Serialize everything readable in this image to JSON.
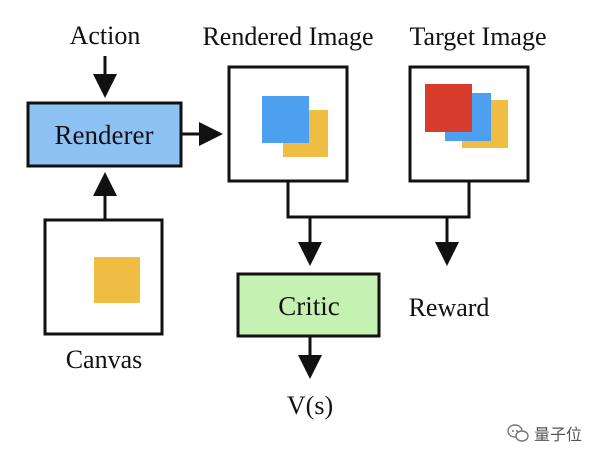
{
  "labels": {
    "action": "Action",
    "rendered_image": "Rendered Image",
    "target_image": "Target Image",
    "renderer": "Renderer",
    "canvas": "Canvas",
    "critic": "Critic",
    "reward": "Reward",
    "value": "V(s)"
  },
  "watermark": {
    "text": "量子位",
    "icon": "wechat-icon"
  },
  "colors": {
    "renderer_fill": "#8ec1f4",
    "critic_fill": "#c5f2b3",
    "blue_square": "#4d9ff0",
    "yellow_square": "#f0bd44",
    "red_square": "#d73b2b",
    "stroke": "#111111"
  }
}
